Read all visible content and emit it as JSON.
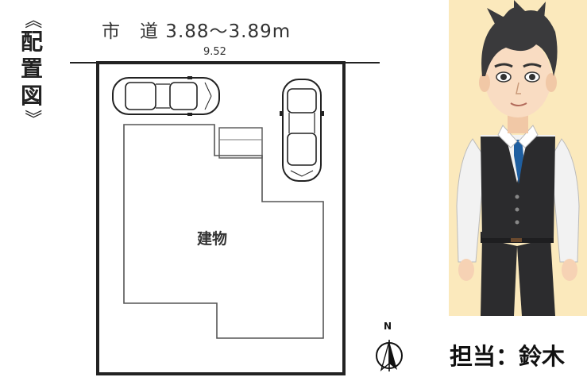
{
  "title": {
    "open": "《",
    "chars": [
      "配",
      "置",
      "図"
    ],
    "close": "》"
  },
  "road": {
    "label": "市　道 3.88～3.89m",
    "frontage": "9.52"
  },
  "building": {
    "label": "建物"
  },
  "compass": {
    "label": "N"
  },
  "staff": {
    "label": "担当：鈴木"
  },
  "avatar": {
    "name": "staff-illustration",
    "background": "#fbe9bc"
  }
}
